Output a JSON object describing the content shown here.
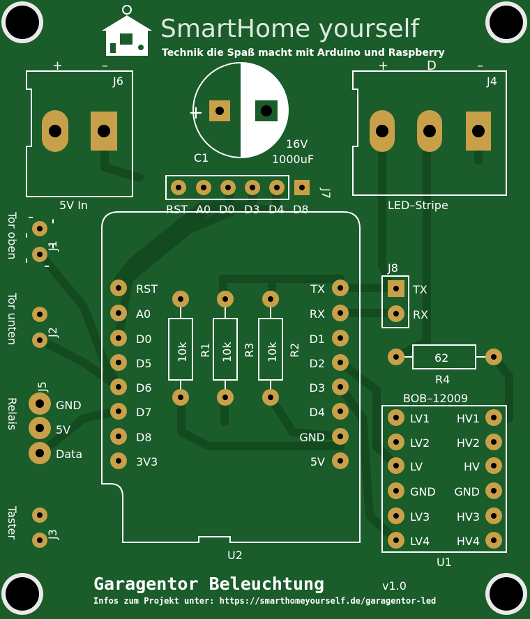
{
  "header": {
    "brand": "SmartHome yourself",
    "tagline": "Technik die Spaß macht mit Arduino und Raspberry"
  },
  "footer": {
    "title": "Garagentor Beleuchtung",
    "version": "v1.0",
    "info": "Infos zum Projekt unter: https://smarthomeyourself.de/garagentor-led"
  },
  "j6": {
    "ref": "J6",
    "plus": "+",
    "minus": "–",
    "caption": "5V In"
  },
  "j4": {
    "ref": "J4",
    "plus": "+",
    "data": "D",
    "minus": "–",
    "caption": "LED–Stripe"
  },
  "c1": {
    "ref": "C1",
    "plus": "+",
    "voltage": "16V",
    "capacity": "1000uF"
  },
  "j7": {
    "ref": "J7",
    "pins": [
      "RST",
      "A0",
      "D0",
      "D3",
      "D4",
      "D8"
    ]
  },
  "j1": {
    "ref": "J1",
    "label": "Tor oben"
  },
  "j2": {
    "ref": "J2",
    "label": "Tor unten"
  },
  "j5": {
    "ref": "J5",
    "label": "Relais",
    "pins": [
      "GND",
      "5V",
      "Data"
    ]
  },
  "j3": {
    "ref": "J3",
    "label": "Taster"
  },
  "j8": {
    "ref": "J8",
    "pins": [
      "TX",
      "RX"
    ]
  },
  "u2": {
    "ref": "U2",
    "left_pins": [
      "RST",
      "A0",
      "D0",
      "D5",
      "D6",
      "D7",
      "D8",
      "3V3"
    ],
    "right_pins": [
      "TX",
      "RX",
      "D1",
      "D2",
      "D3",
      "D4",
      "GND",
      "5V"
    ]
  },
  "resistors": [
    {
      "ref": "R1",
      "value": "10k"
    },
    {
      "ref": "R3",
      "value": "10k"
    },
    {
      "ref": "R2",
      "value": "10k"
    }
  ],
  "r4": {
    "ref": "R4",
    "value": "62"
  },
  "u1": {
    "ref": "U1",
    "title": "BOB–12009",
    "left_pins": [
      "LV1",
      "LV2",
      "LV",
      "GND",
      "LV3",
      "LV4"
    ],
    "right_pins": [
      "HV1",
      "HV2",
      "HV",
      "GND",
      "HV3",
      "HV4"
    ]
  },
  "colors": {
    "board": "#1a5c2a",
    "trace": "#145422",
    "copper": "#c9a04a",
    "silkscreen": "#ffffff"
  }
}
